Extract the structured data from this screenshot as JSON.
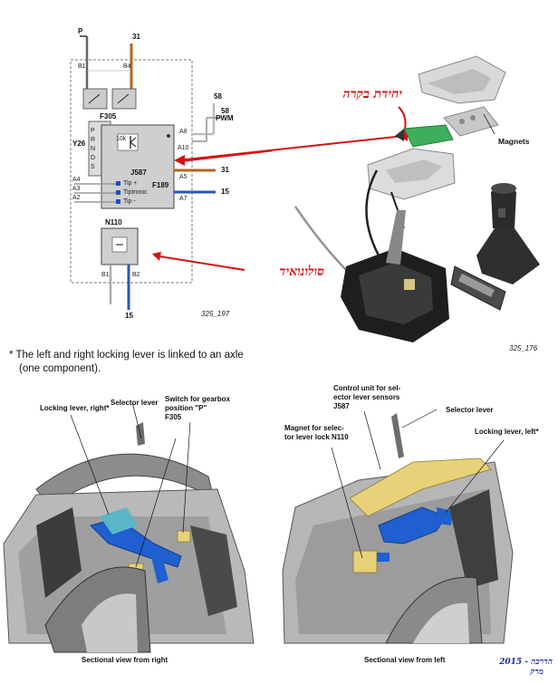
{
  "schematic": {
    "wire_p": "P",
    "wire_31_top": "31",
    "pin_b1": "B1",
    "pin_b4": "B4",
    "switch_label": "F305",
    "wire_58": "58",
    "wire_58_pwm_num": "58",
    "wire_58_pwm_text": "PWM",
    "selector_label": "Y26",
    "prnds": "P R N D S",
    "resistor_label": "10k",
    "pin_a8": "A8",
    "pin_a10": "A10",
    "control_unit_label": "J587",
    "hall_label": "F189",
    "wire_31_mid": "31",
    "wire_15_mid": "15",
    "pin_a4": "A4",
    "pin_a3": "A3",
    "pin_a2": "A2",
    "pin_a5": "A5",
    "pin_a7": "A7",
    "in_tip_plus": "Tip +",
    "in_tiptronic": "Tiptronic",
    "in_tip_minus": "Tip -",
    "solenoid_label": "N110",
    "pin_b1_bottom": "B1",
    "pin_b2_bottom": "B2",
    "wire_15_bottom": "15",
    "figure_code": "325_197"
  },
  "annotations": {
    "control_unit_hebrew": "יחידת בקרה",
    "solenoid_hebrew": "סולונואיד"
  },
  "exploded": {
    "magnets_label": "Magnets",
    "figure_code": "325_176"
  },
  "footnote": {
    "text_line1": "* The left and right locking lever is linked to an axle",
    "text_line2": "(one component)."
  },
  "section_right": {
    "selector_lever": "Selector lever",
    "locking_lever_right": "Locking lever, right*",
    "switch_line1": "Switch for gearbox",
    "switch_line2": "position \"P\"",
    "switch_line3": "F305",
    "caption": "Sectional view from right"
  },
  "section_left": {
    "control_unit_line1": "Control unit for sel-",
    "control_unit_line2": "ector lever sensors",
    "control_unit_line3": "J587",
    "selector_lever": "Selector lever",
    "magnet_line1": "Magnet for selec-",
    "magnet_line2": "tor lever lock N110",
    "locking_lever_left": "Locking lever, left*",
    "caption": "Sectional view from left"
  },
  "signature": {
    "line1": "הדרכה - 2015",
    "line2": "מרק"
  },
  "colors": {
    "annotation_red": "#d21414",
    "signature_blue": "#1a2aa8",
    "lever_blue": "#1f5fd0",
    "component_yellow": "#e7d27a",
    "housing_grey": "#9a9a9a"
  }
}
